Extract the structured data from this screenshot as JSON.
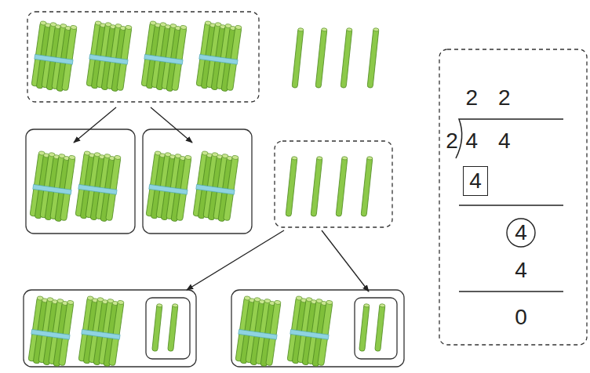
{
  "diagram": {
    "nodes": [
      {
        "text": [
          "2 2",
          "2",
          "4 4",
          "4",
          "0"
        ]
      },
      {
        "text": [
          "4"
        ],
        "in": 0
      },
      {
        "text": [
          "4"
        ],
        "in": 0
      }
    ]
  }
}
